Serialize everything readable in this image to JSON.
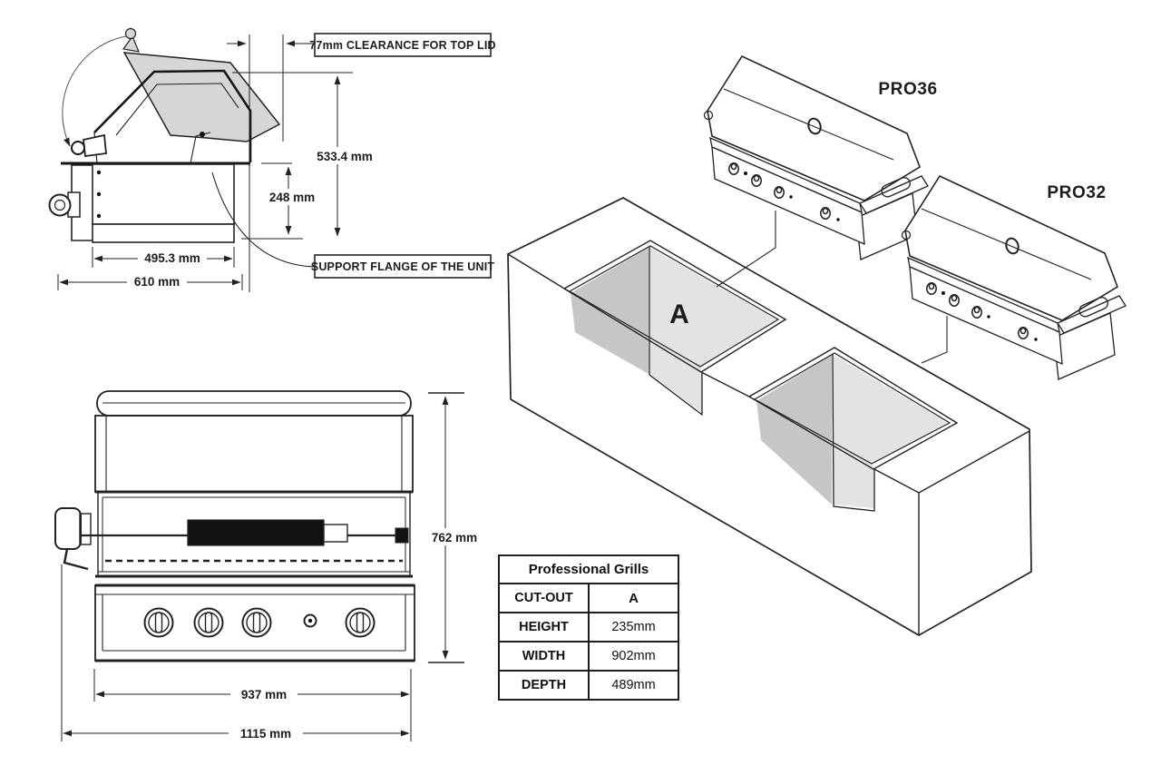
{
  "colors": {
    "line": "#222222",
    "lid_fill": "#d6d6d6",
    "cutout_dark": "#c6c6c6",
    "cutout_light": "#e3e3e3",
    "background": "#ffffff"
  },
  "side_view": {
    "clearance_label": "77mm CLEARANCE FOR TOP LID",
    "flange_label": "SUPPORT FLANGE OF THE UNIT",
    "dim_height_total": "533.4 mm",
    "dim_height_box": "248 mm",
    "dim_width_flange": "495.3 mm",
    "dim_width_total": "610 mm"
  },
  "front_view": {
    "dim_height": "762 mm",
    "dim_width_body": "937 mm",
    "dim_width_total": "1115 mm"
  },
  "island_view": {
    "grill_large_label": "PRO36",
    "grill_small_label": "PRO32",
    "cutout_letter": "A"
  },
  "table": {
    "title": "Professional Grills",
    "rows": [
      {
        "label": "CUT-OUT",
        "value": "A"
      },
      {
        "label": "HEIGHT",
        "value": "235mm"
      },
      {
        "label": "WIDTH",
        "value": "902mm"
      },
      {
        "label": "DEPTH",
        "value": "489mm"
      }
    ]
  }
}
